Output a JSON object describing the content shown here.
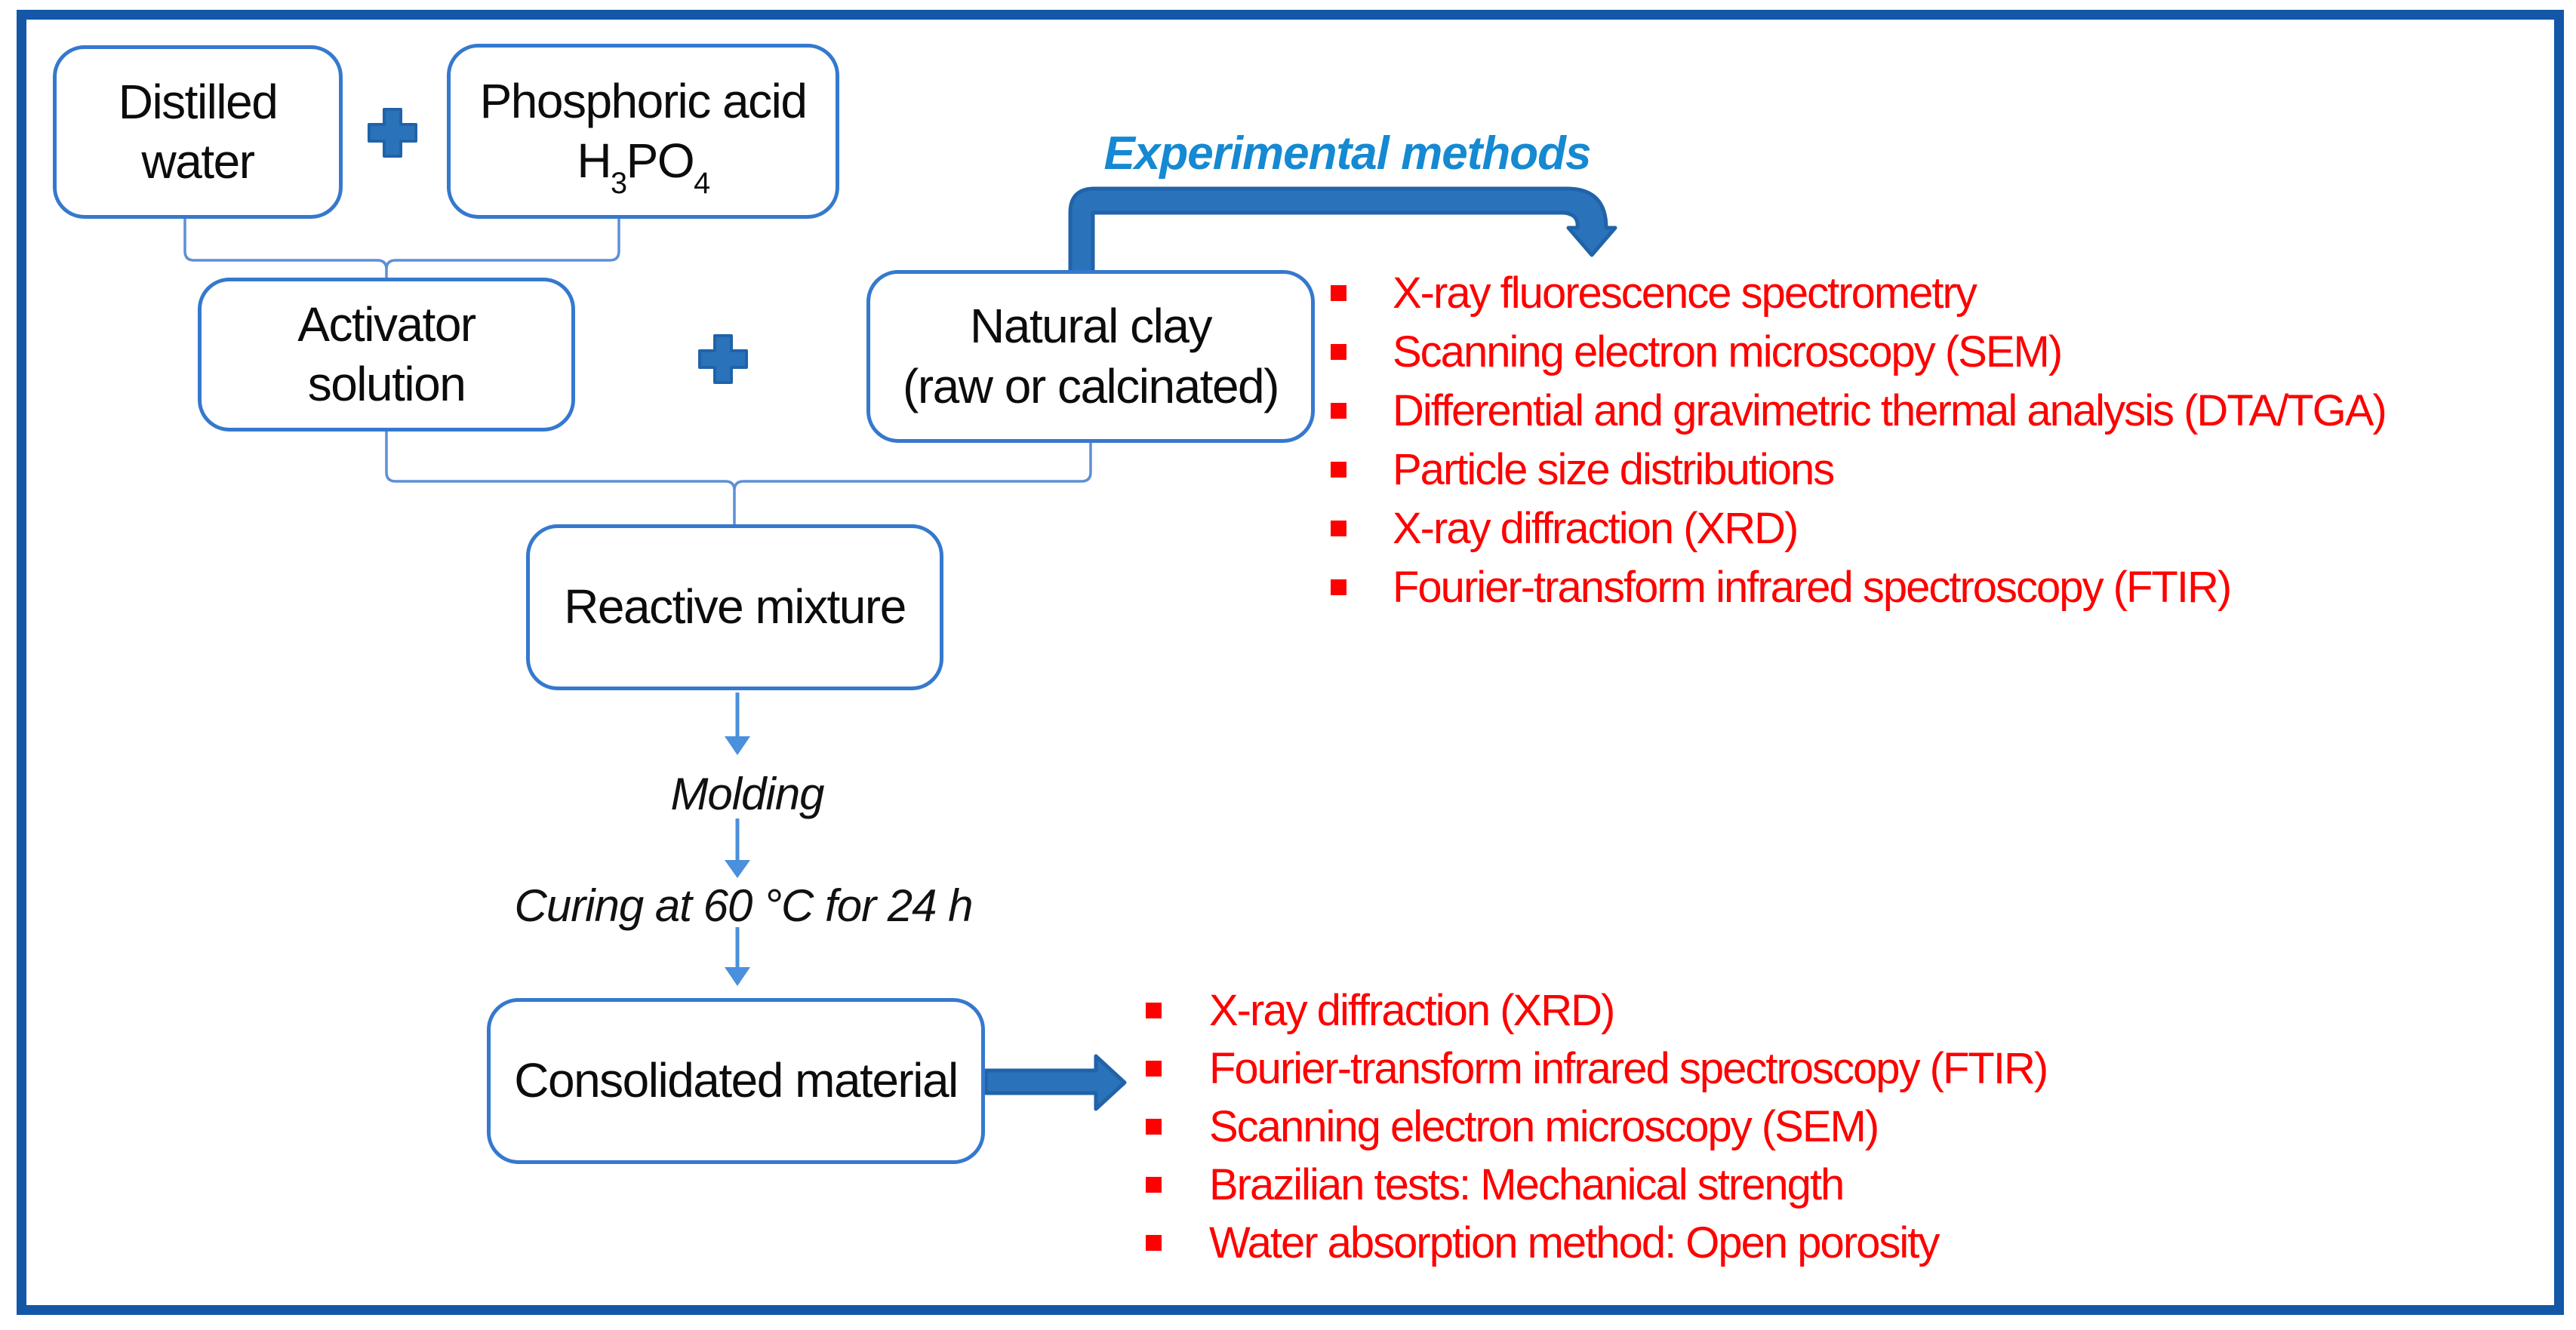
{
  "colors": {
    "frame_border": "#1357A6",
    "box_border": "#3579CE",
    "shape_blue_fill": "#2A72BA",
    "shape_blue_stroke": "#2063A8",
    "connector_blue": "#5E8FD6",
    "thin_arrow_blue": "#4A90DC",
    "heading_blue": "#1589D2",
    "list_red": "#FE0000",
    "text_black": "#0c0c0c"
  },
  "boxes": {
    "distilled_water": {
      "line1": "Distilled",
      "line2": "water"
    },
    "phosphoric_acid": {
      "line1": "Phosphoric acid",
      "formula": {
        "f1": "H",
        "s1": "3",
        "f2": "PO",
        "s2": "4"
      }
    },
    "activator_solution": {
      "line1": "Activator",
      "line2": "solution"
    },
    "natural_clay": {
      "line1": "Natural clay",
      "line2": "(raw or calcinated)"
    },
    "reactive_mixture": {
      "label": "Reactive mixture"
    },
    "consolidated_material": {
      "label": "Consolidated material"
    }
  },
  "operators": {
    "plus1": "plus",
    "plus2": "plus"
  },
  "labels": {
    "experimental_methods": "Experimental methods",
    "molding": "Molding",
    "curing": "Curing at 60 °C for 24 h"
  },
  "clay_methods": {
    "items": [
      "X-ray fluorescence spectrometry",
      "Scanning electron microscopy (SEM)",
      "Differential and gravimetric thermal analysis (DTA/TGA)",
      "Particle size distributions",
      "X-ray diffraction (XRD)",
      "Fourier-transform infrared spectroscopy (FTIR)"
    ]
  },
  "consolidated_methods": {
    "items": [
      "X-ray diffraction (XRD)",
      "Fourier-transform infrared spectroscopy (FTIR)",
      "Scanning electron microscopy (SEM)",
      "Brazilian tests: Mechanical strength",
      "Water absorption method: Open porosity"
    ]
  }
}
